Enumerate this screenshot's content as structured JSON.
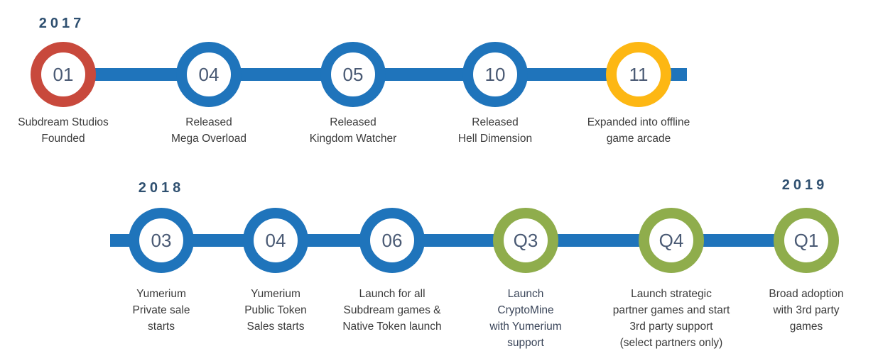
{
  "palette": {
    "line_blue": "#1f74bb",
    "ring_blue": "#1f74bb",
    "ring_red": "#c8493c",
    "ring_yellow": "#fdb713",
    "ring_green": "#8fad4c",
    "badge_text": "#4a5a74",
    "year_text": "#2f5070",
    "label_text": "#3b3b3b",
    "label_text_navy": "#3a4559"
  },
  "timeline": {
    "rows": [
      {
        "year_start": "2017",
        "items": [
          {
            "badge": "01",
            "ring": "red",
            "label": "Subdream Studios\nFounded"
          },
          {
            "badge": "04",
            "ring": "blue",
            "label": "Released\nMega Overload"
          },
          {
            "badge": "05",
            "ring": "blue",
            "label": "Released\nKingdom Watcher"
          },
          {
            "badge": "10",
            "ring": "blue",
            "label": "Released\nHell Dimension"
          },
          {
            "badge": "11",
            "ring": "yellow",
            "label": "Expanded into offline\ngame arcade"
          }
        ]
      },
      {
        "year_start": "2018",
        "year_end": "2019",
        "items": [
          {
            "badge": "03",
            "ring": "blue",
            "label": "Yumerium\nPrivate sale\nstarts"
          },
          {
            "badge": "04",
            "ring": "blue",
            "label": "Yumerium\nPublic Token\nSales starts"
          },
          {
            "badge": "06",
            "ring": "blue",
            "label": "Launch for all\nSubdream games &\nNative Token launch"
          },
          {
            "badge": "Q3",
            "ring": "green",
            "label": "Launch\nCryptoMine\nwith Yumerium\nsupport"
          },
          {
            "badge": "Q4",
            "ring": "green",
            "label": "Launch strategic\npartner games and start\n3rd party support\n(select partners only)"
          },
          {
            "badge": "Q1",
            "ring": "green",
            "label": "Broad adoption\nwith 3rd party\ngames"
          }
        ]
      }
    ]
  }
}
